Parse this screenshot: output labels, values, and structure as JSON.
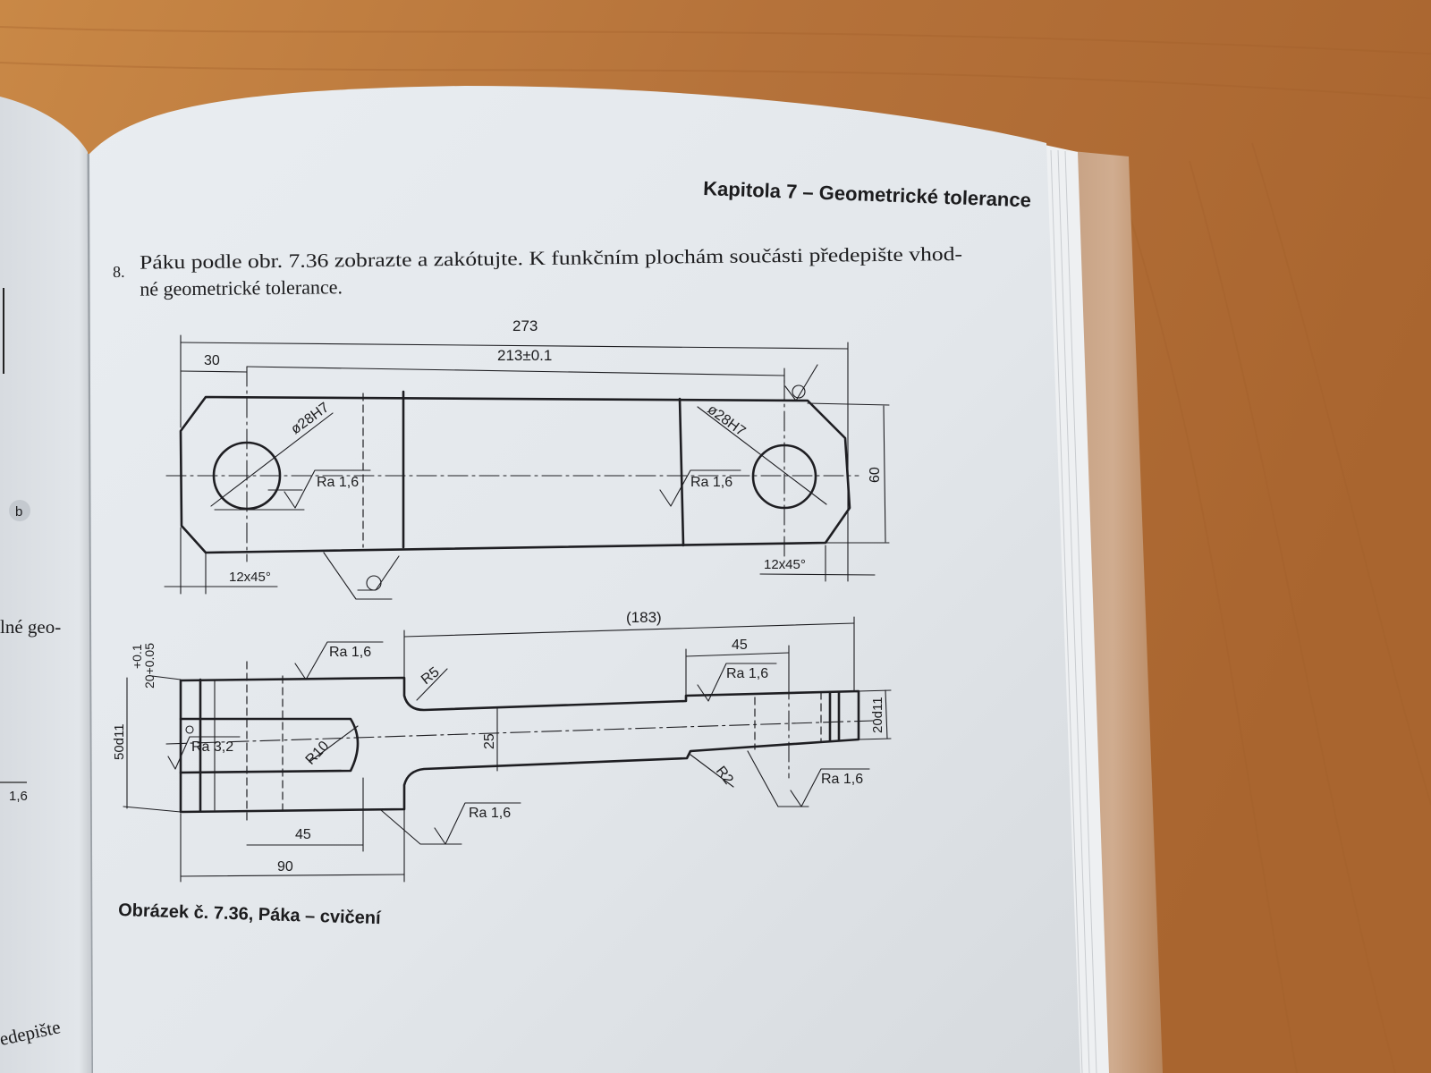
{
  "running_header": "Kapitola 7 – Geometrické tolerance",
  "exercise": {
    "number": "8.",
    "line1": "Páku podle obr. 7.36 zobrazte a zakótujte. K funkčním plochám součásti předepište vhod-",
    "line2": "né geometrické tolerance."
  },
  "left_page_fragments": {
    "b": "b",
    "ine_geo": "lné geo-",
    "val": "1,6",
    "predepiste": "edepište"
  },
  "top_view": {
    "dim_overall": "273",
    "dim_center_distance": "213±0.1",
    "dim_offset": "30",
    "dim_height": "60",
    "hole_left": "ø28H7",
    "hole_right": "ø28H7",
    "ra_left": "Ra 1,6",
    "ra_right": "Ra 1,6",
    "chamfer_left": "12x45°",
    "chamfer_right": "12x45°"
  },
  "front_view": {
    "dim_183": "(183)",
    "dim_45_top": "45",
    "dim_45_bottom": "45",
    "dim_90": "90",
    "dim_25": "25",
    "dim_50d11": "50d11",
    "dim_20d11": "20d11",
    "tol_upper": "+0.1",
    "tol_lower": "20+0.05",
    "r5": "R5",
    "r10": "R10",
    "r2": "R2",
    "ra_top_left": "Ra 1,6",
    "ra_top_right": "Ra 1,6",
    "ra_slot": "Ra 3,2",
    "ra_bottom_mid": "Ra 1,6",
    "ra_bottom_right": "Ra 1,6"
  },
  "caption": "Obrázek č. 7.36, Páka – cvičení"
}
